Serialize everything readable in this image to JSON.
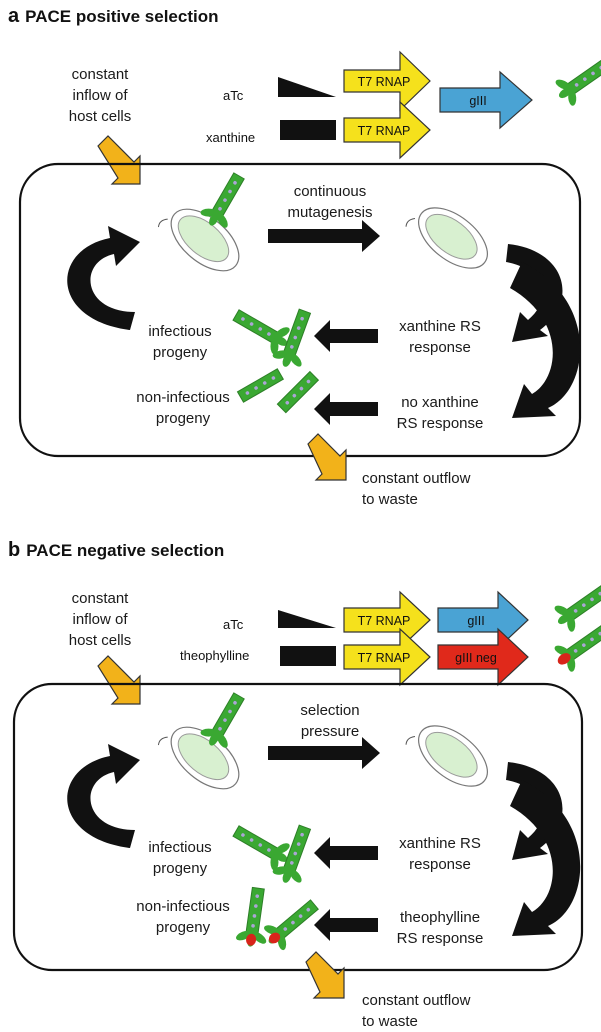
{
  "colors": {
    "t7_rnap": "#f5e11c",
    "gene_giii": "#4aa3d4",
    "gene_giii_neg": "#e0291b",
    "inflow_arrow": "#f2b21a",
    "phage_green": "#3aa832",
    "phage_tip_red": "#d8241a",
    "cell_fill": "#d8f0d0"
  },
  "panel_a": {
    "letter": "a",
    "title": "PACE positive selection",
    "inflow_text_1": "constant",
    "inflow_text_2": "inflow of",
    "inflow_text_3": "host cells",
    "inducer_1": "aTc",
    "inducer_2": "xanthine",
    "t7_label": "T7 RNAP",
    "gene_label": "gIII",
    "cycle_top_1": "continuous",
    "cycle_top_2": "mutagenesis",
    "infectious_1": "infectious",
    "infectious_2": "progeny",
    "noninfectious_1": "non-infectious",
    "noninfectious_2": "progeny",
    "response_1a": "xanthine RS",
    "response_1b": "response",
    "response_2a": "no xanthine",
    "response_2b": "RS response",
    "outflow_1": "constant outflow",
    "outflow_2": "to waste"
  },
  "panel_b": {
    "letter": "b",
    "title": "PACE negative selection",
    "inflow_text_1": "constant",
    "inflow_text_2": "inflow of",
    "inflow_text_3": "host cells",
    "inducer_1": "aTc",
    "inducer_2": "theophylline",
    "t7_label": "T7 RNAP",
    "gene_label": "gIII",
    "gene_neg_label": "gIII neg",
    "cycle_top_1": "selection",
    "cycle_top_2": "pressure",
    "infectious_1": "infectious",
    "infectious_2": "progeny",
    "noninfectious_1": "non-infectious",
    "noninfectious_2": "progeny",
    "response_1a": "xanthine RS",
    "response_1b": "response",
    "response_2a": "theophylline",
    "response_2b": "RS response",
    "outflow_1": "constant outflow",
    "outflow_2": "to waste"
  }
}
